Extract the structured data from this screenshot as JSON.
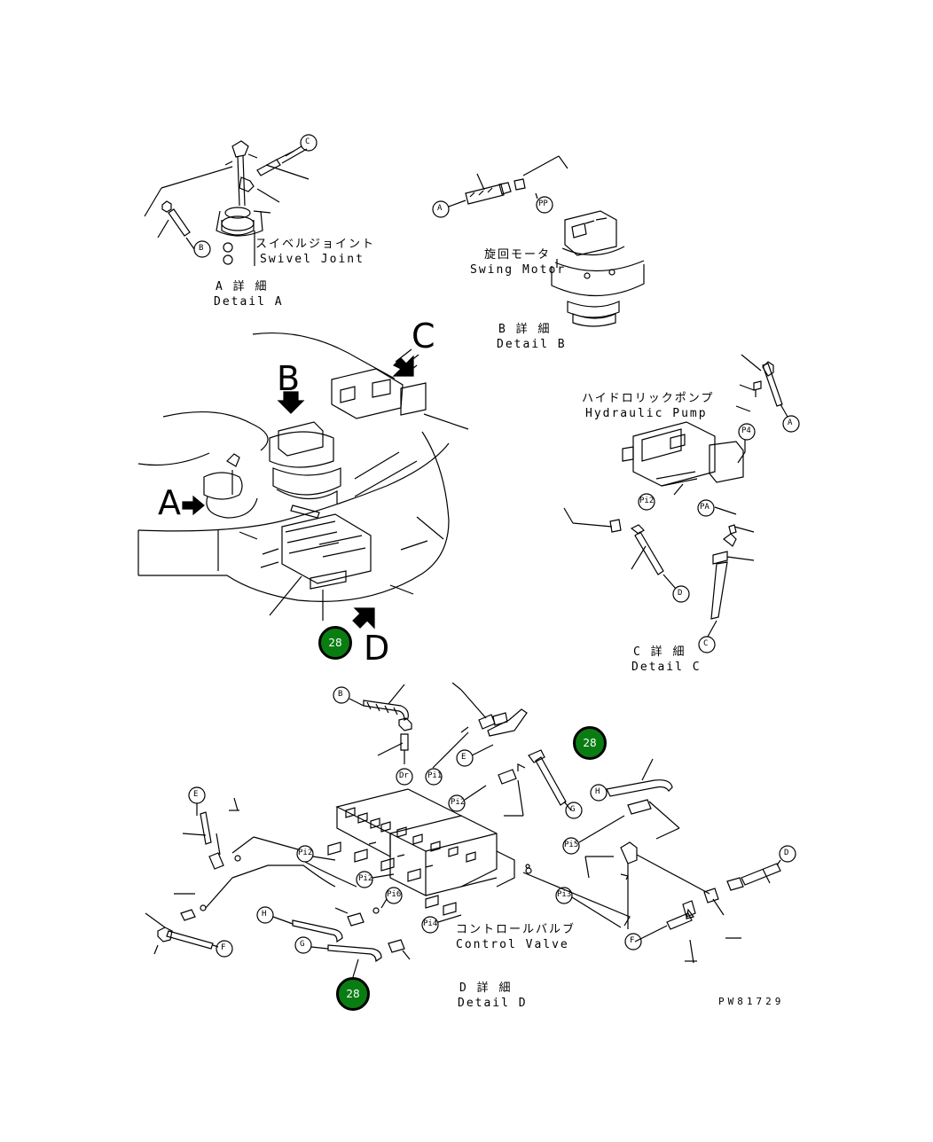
{
  "detail_a": {
    "jp": "スイベルジョイント",
    "en": "Swivel Joint",
    "title_jp": "A 詳 細",
    "title_en": "Detail A"
  },
  "detail_b": {
    "jp": "旋回モータ",
    "en": "Swing Motor",
    "title_jp": "B 詳 細",
    "title_en": "Detail B"
  },
  "detail_c": {
    "jp": "ハイドロリックポンプ",
    "en": "Hydraulic Pump",
    "title_jp": "C 詳 細",
    "title_en": "Detail C"
  },
  "detail_d": {
    "jp": "コントロールバルブ",
    "en": "Control Valve",
    "title_jp": "D 詳 細",
    "title_en": "Detail D"
  },
  "view_arrows": {
    "a": "A",
    "b": "B",
    "c": "C",
    "d": "D"
  },
  "callout_number": "28",
  "drawing_number": "PW81729",
  "port_labels": [
    "PP",
    "P4",
    "PA",
    "Pi2",
    "Dr",
    "Pi1",
    "Pi2",
    "Pi5",
    "Pi2",
    "Pi3",
    "Pi6",
    "Pi4",
    "Pi2"
  ],
  "hose_letters": [
    "A",
    "B",
    "C",
    "D",
    "E",
    "F",
    "G",
    "H"
  ],
  "colors": {
    "callout_fill": "#0a7d12",
    "line": "#000000"
  }
}
